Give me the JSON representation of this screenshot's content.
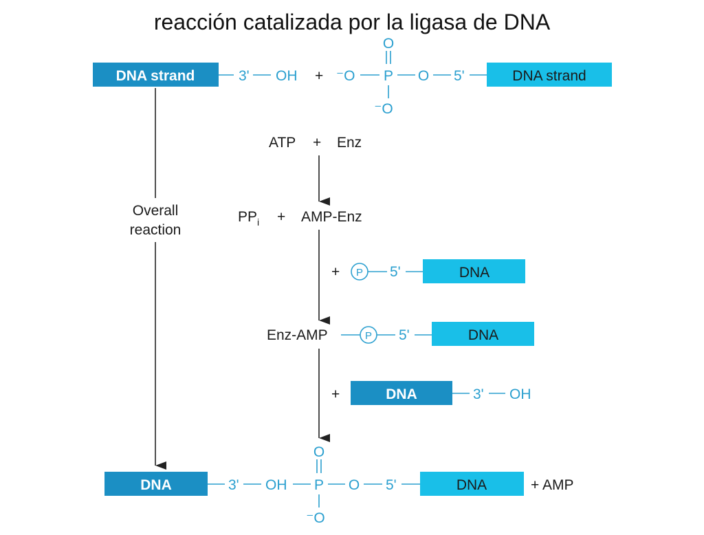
{
  "title": "reacción catalizada por la ligasa de DNA",
  "top": {
    "left_box": "DNA strand",
    "three_prime": "3'",
    "oh": "OH",
    "plus": "+",
    "o_minus_left": "⁻O",
    "p": "P",
    "o": "O",
    "five_prime": "5'",
    "right_box": "DNA strand",
    "o_top": "O",
    "o_minus_bottom": "⁻O"
  },
  "steps": {
    "atp": "ATP",
    "plus1": "+",
    "enz": "Enz",
    "ppi_base": "PP",
    "ppi_sub": "i",
    "plus2": "+",
    "amp_enz": "AMP-Enz",
    "plus3": "+",
    "p_circle": "P",
    "five_prime_3": "5'",
    "dna_box_3": "DNA",
    "enz_amp": "Enz-AMP",
    "p_circle_4": "P",
    "five_prime_4": "5'",
    "dna_box_4": "DNA",
    "plus5": "+",
    "dna_box_5": "DNA",
    "three_prime_5": "3'",
    "oh_5": "OH"
  },
  "overall": {
    "line1": "Overall",
    "line2": "reaction"
  },
  "bottom": {
    "left_box": "DNA",
    "three_prime": "3'",
    "oh": "OH",
    "p": "P",
    "o": "O",
    "five_prime": "5'",
    "right_box": "DNA",
    "plus_amp": "+ AMP",
    "o_top": "O",
    "o_minus_bottom": "⁻O"
  },
  "colors": {
    "dark_box": "#1b8fc4",
    "light_box": "#19bfe8",
    "box_text_dark": "#ffffff",
    "box_text_light": "#1a1a1a",
    "line_blue": "#2a9fcf"
  }
}
